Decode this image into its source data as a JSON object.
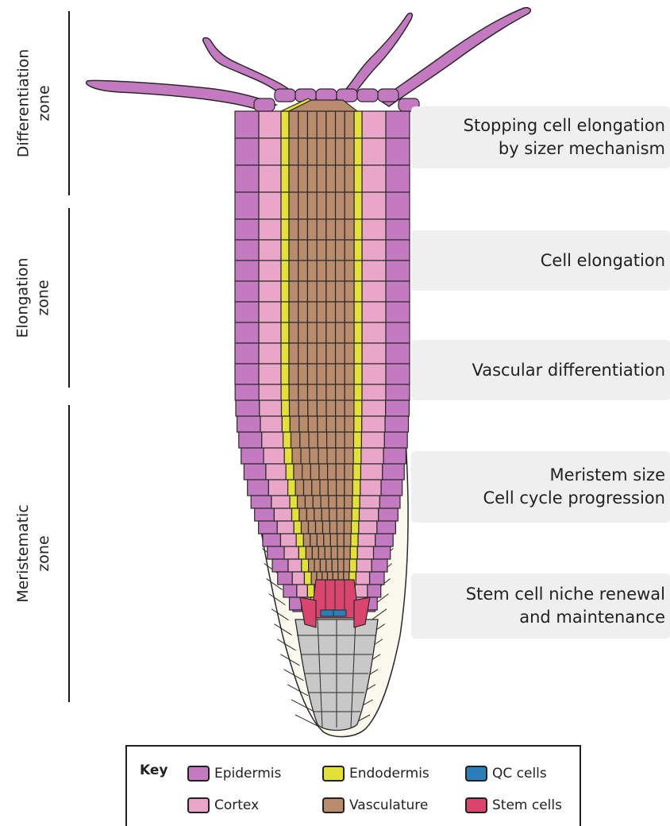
{
  "zones": [
    {
      "id": "differentiation",
      "lines": [
        "Differentiation",
        "zone"
      ]
    },
    {
      "id": "elongation",
      "lines": [
        "Elongation",
        "zone"
      ]
    },
    {
      "id": "meristematic",
      "lines": [
        "Meristematic",
        "zone"
      ]
    }
  ],
  "processes": [
    {
      "lines": [
        "Stopping cell elongation",
        "by sizer mechanism"
      ]
    },
    {
      "lines": [
        "Cell elongation"
      ]
    },
    {
      "lines": [
        "Vascular differentiation"
      ]
    },
    {
      "lines": [
        "Meristem size",
        "Cell cycle progression"
      ]
    },
    {
      "lines": [
        "Stem cell niche renewal",
        "and maintenance"
      ]
    }
  ],
  "key": {
    "title": "Key",
    "items": [
      {
        "label": "Epidermis",
        "color": "#c47ac0"
      },
      {
        "label": "Endodermis",
        "color": "#e4e03a"
      },
      {
        "label": "QC cells",
        "color": "#2a7fb8"
      },
      {
        "label": "Cortex",
        "color": "#eaa6c8"
      },
      {
        "label": "Vasculature",
        "color": "#b88c6c"
      },
      {
        "label": "Stem cells",
        "color": "#d9456c"
      }
    ]
  },
  "colors": {
    "epidermis": "#c47ac0",
    "cortex": "#eaa6c8",
    "endodermis": "#e4e03a",
    "vasculature": "#b88c6c",
    "qc": "#2a7fb8",
    "stem": "#d9456c",
    "cap": "#c8c8c8",
    "lateral_cap": "#fbf9ee",
    "outline": "#2a2a2a"
  }
}
